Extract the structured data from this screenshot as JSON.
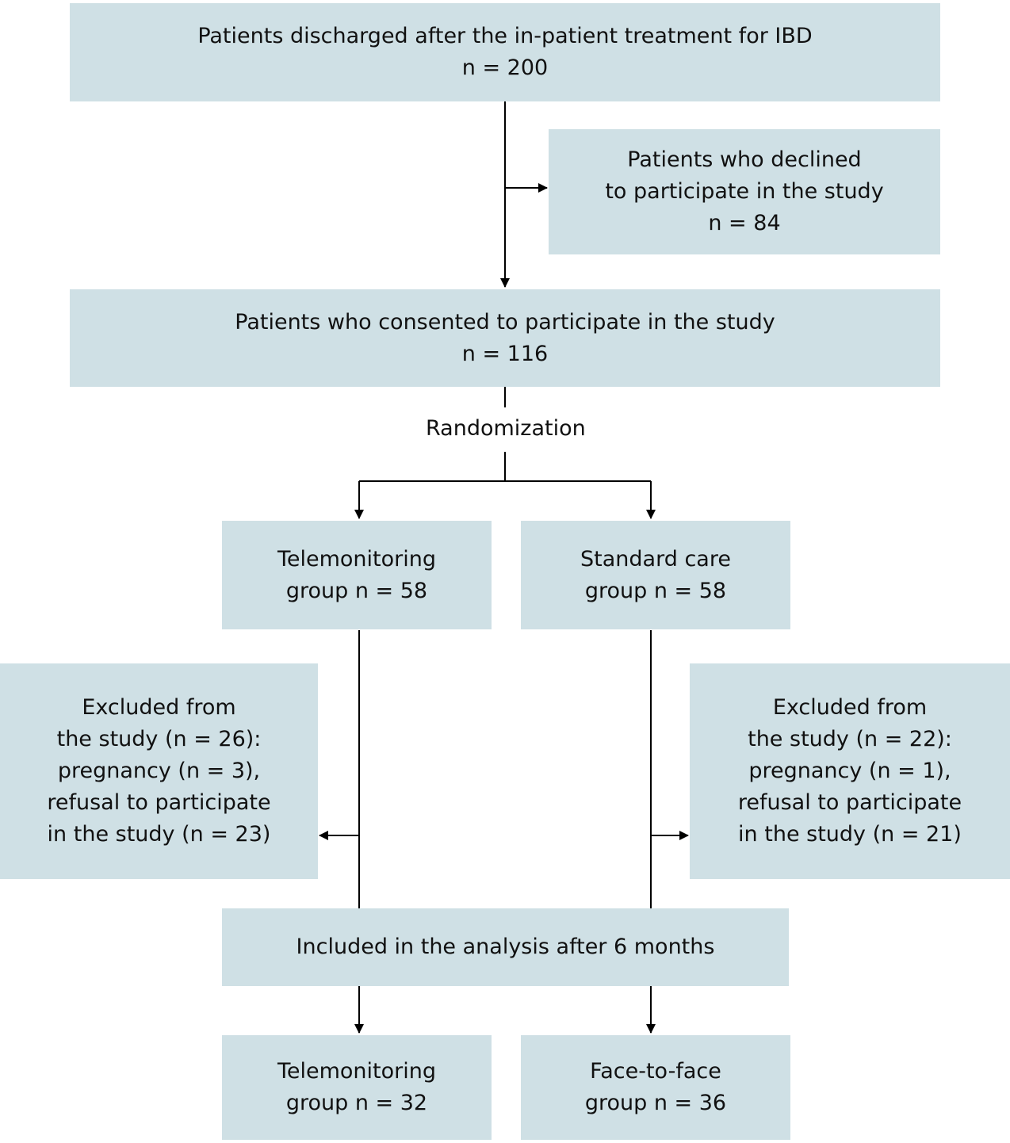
{
  "discharged": {
    "lines": [
      "Patients discharged after the in-patient treatment for IBD",
      "n = 200"
    ]
  },
  "declined": {
    "lines": [
      "Patients who declined",
      "to participate in the study",
      "n = 84"
    ]
  },
  "consented": {
    "lines": [
      "Patients who consented to participate in the study",
      "n = 116"
    ]
  },
  "randomization": {
    "label": "Randomization"
  },
  "tele_group": {
    "lines": [
      "Telemonitoring",
      "group n = 58"
    ]
  },
  "standard_group": {
    "lines": [
      "Standard care",
      "group n = 58"
    ]
  },
  "excluded_tele": {
    "lines": [
      "Excluded from",
      "the study (n = 26):",
      "pregnancy (n = 3),",
      "refusal to participate",
      "in the study (n = 23)"
    ]
  },
  "excluded_standard": {
    "lines": [
      "Excluded from",
      "the study (n = 22):",
      "pregnancy (n = 1),",
      "refusal to participate",
      "in the study (n = 21)"
    ]
  },
  "included": {
    "lines": [
      "Included in the analysis after 6 months"
    ]
  },
  "tele_final": {
    "lines": [
      "Telemonitoring",
      "group n = 32"
    ]
  },
  "face_final": {
    "lines": [
      "Face-to-face",
      "group n = 36"
    ]
  },
  "colors": {
    "box_fill": "#cfe0e5",
    "line": "#000000"
  }
}
